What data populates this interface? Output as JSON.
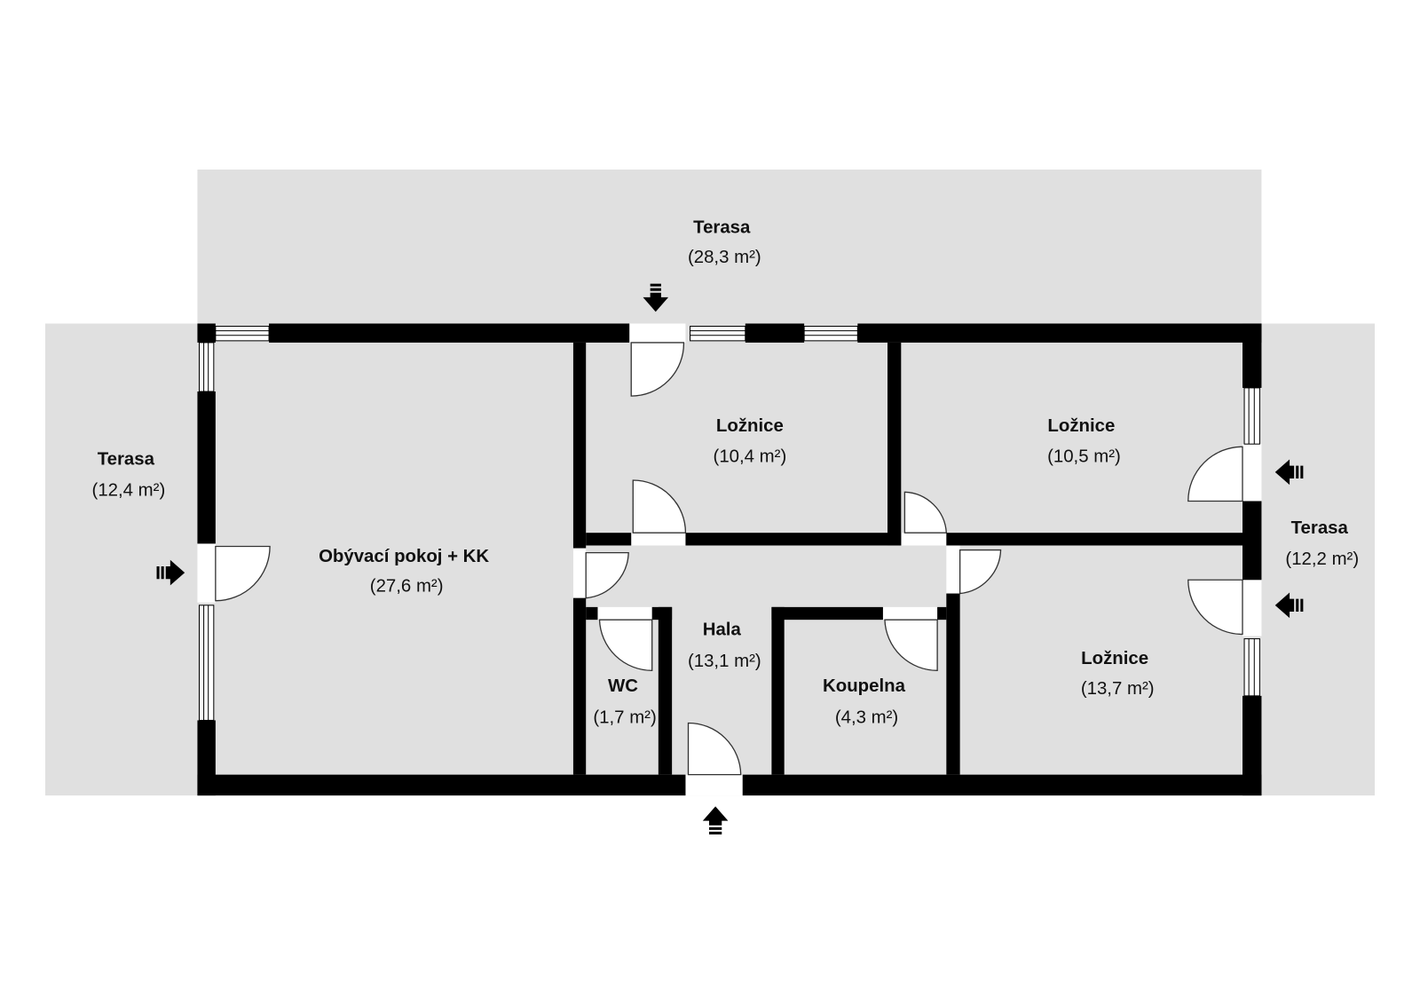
{
  "plan": {
    "rooms": [
      {
        "id": "terasa-top",
        "name": "Terasa",
        "area": "(28,3 m²)"
      },
      {
        "id": "terasa-left",
        "name": "Terasa",
        "area": "(12,4 m²)"
      },
      {
        "id": "terasa-right",
        "name": "Terasa",
        "area": "(12,2 m²)"
      },
      {
        "id": "obyvaci-pokoj",
        "name": "Obývací pokoj + KK",
        "area": "(27,6 m²)"
      },
      {
        "id": "loznice-1",
        "name": "Ložnice",
        "area": "(10,4 m²)"
      },
      {
        "id": "loznice-2",
        "name": "Ložnice",
        "area": "(10,5 m²)"
      },
      {
        "id": "loznice-3",
        "name": "Ložnice",
        "area": "(13,7 m²)"
      },
      {
        "id": "hala",
        "name": "Hala",
        "area": "(13,1 m²)"
      },
      {
        "id": "wc",
        "name": "WC",
        "area": "(1,7 m²)"
      },
      {
        "id": "koupelna",
        "name": "Koupelna",
        "area": "(4,3 m²)"
      }
    ],
    "icons": [
      "entrance-arrow-icon"
    ],
    "colors": {
      "floor": "#e0e0e0",
      "wall": "#000000",
      "background": "#ffffff"
    }
  }
}
